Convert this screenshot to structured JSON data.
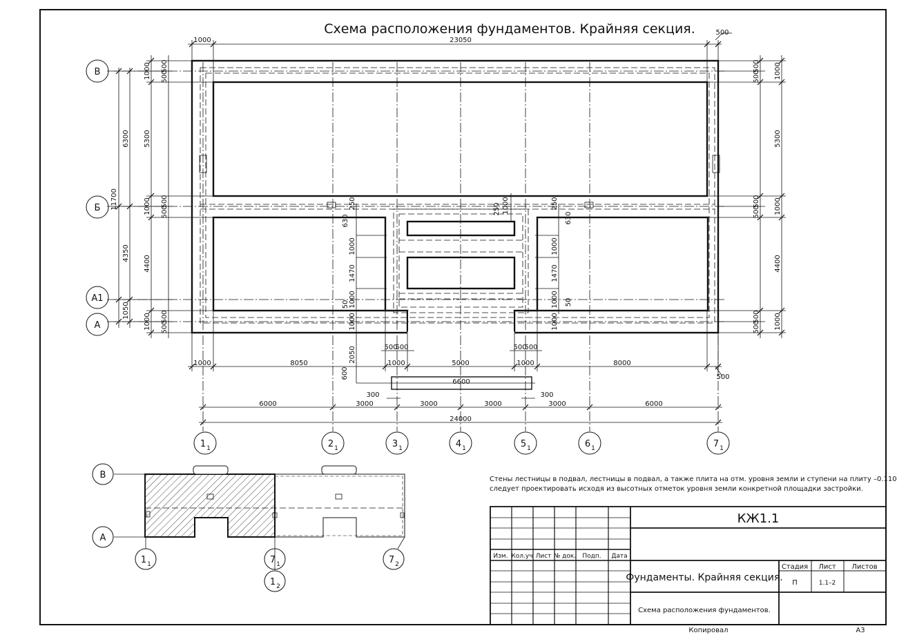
{
  "drawing": {
    "title": "Схема расположения фундаментов. Крайняя секция.",
    "top_dims": {
      "left": "1000",
      "span": "23050",
      "right": "500"
    },
    "row_axes": [
      "В",
      "Б",
      "А1",
      "А"
    ],
    "col_axes": [
      "1",
      "2",
      "3",
      "4",
      "5",
      "6",
      "7"
    ],
    "col_axis_sub": "1",
    "left_dims": {
      "outer_total": "11700",
      "v_b": "6300",
      "b_a": "4350",
      "a1_a": "1050",
      "d1000_top": "1000",
      "d5300": "5300",
      "d1000_mid": "1000",
      "d4400": "4400",
      "d1000_bot": "1000",
      "d500a": "500",
      "d500b": "500"
    },
    "right_dims": {
      "top1000": "1000",
      "d5300": "5300",
      "mid1000": "1000",
      "d4400": "4400",
      "bot1000": "1000",
      "d500": "500"
    },
    "inner_dims": {
      "d250a": "250",
      "d250b": "250",
      "d250c": "250",
      "d630a": "630",
      "d630b": "630",
      "d1000a": "1000",
      "d1000b": "1000",
      "d1000c": "1000",
      "d1000d": "1000",
      "d1000e": "1000",
      "d1000f": "1000",
      "d1000g": "1000",
      "d1470a": "1470",
      "d1470b": "1470",
      "d50a": "50",
      "d50b": "50",
      "d2050": "2050",
      "d600": "600",
      "d1000h": "1000"
    },
    "bottom_dims_row1": {
      "d1000a": "1000",
      "d8050": "8050",
      "d500a": "500",
      "d500b": "500",
      "d1000b": "1000",
      "d5000": "5000",
      "d500c": "500",
      "d500d": "500",
      "d1000c": "1000",
      "d8000": "8000",
      "d500e": "500"
    },
    "bottom_dims_row2": {
      "d6600": "6600",
      "d300a": "300",
      "d300b": "300"
    },
    "bottom_dims_row3": [
      "6000",
      "3000",
      "3000",
      "3000",
      "3000",
      "6000"
    ],
    "bottom_total": "24000"
  },
  "key_plan": {
    "row_axes": [
      "В",
      "А"
    ],
    "col_labels": [
      {
        "main": "1",
        "sub": "1"
      },
      {
        "main": "7",
        "sub": "1"
      },
      {
        "main": "1",
        "sub": "2"
      },
      {
        "main": "7",
        "sub": "2"
      }
    ]
  },
  "note": {
    "line1": "Стены лестницы в подвал, лестницы в подвал, а также плита на отм. уровня земли и ступени на плиту –0.110",
    "line2": "следует проектировать исходя из высотных отметок уровня земли конкретной площадки застройки."
  },
  "title_block": {
    "code": "КЖ1.1",
    "headers": [
      "Изм.",
      "Кол.уч",
      "Лист",
      "№ док.",
      "Подп.",
      "Дата"
    ],
    "project": "Фундаменты. Крайняя секция.",
    "sheet_title": "Схема расположения фундаментов.",
    "stage_label": "Стадия",
    "sheet_label": "Лист",
    "sheets_label": "Листов",
    "stage_value": "П",
    "sheet_value": "1.1–2",
    "sheets_value": ""
  },
  "footer": {
    "copied": "Копировал",
    "format": "А3"
  }
}
